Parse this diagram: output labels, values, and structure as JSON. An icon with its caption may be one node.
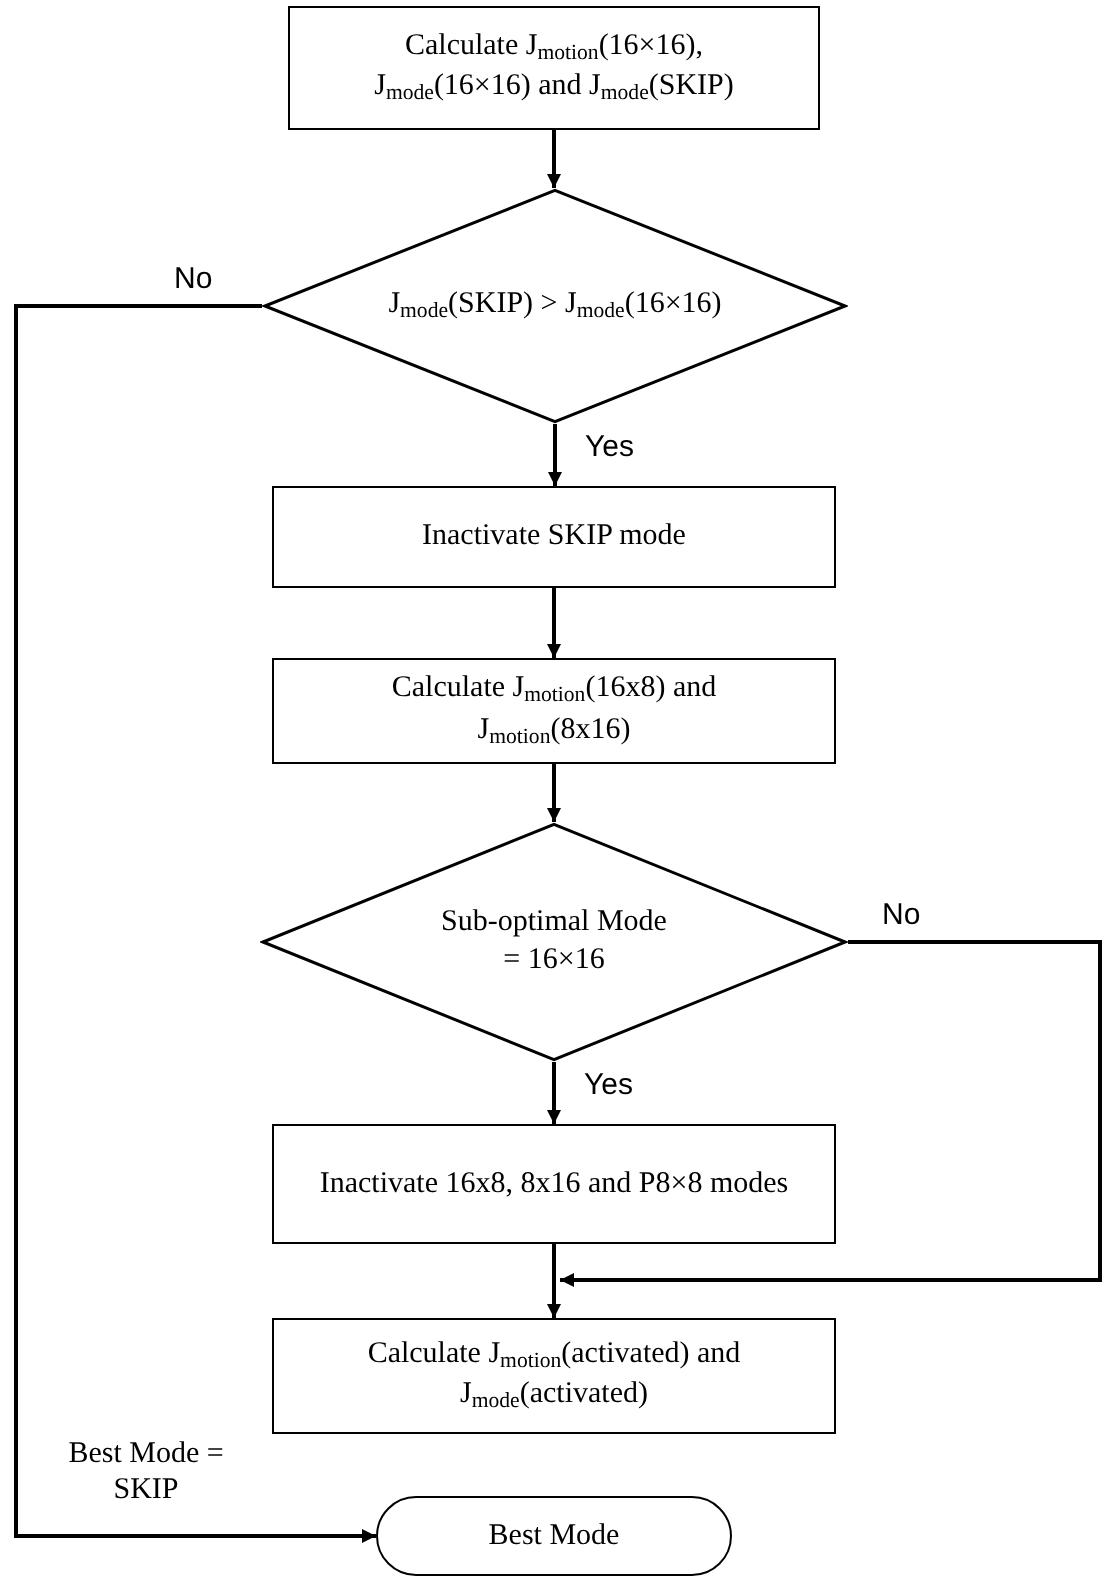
{
  "diagram": {
    "nodes": [
      {
        "text": [
          "Calculate J$_{motion}$(16×16), J$_{mode}$(16×16) and J$_{mode}$(SKIP)"
        ]
      },
      {
        "text": [
          "J$_{mode}$(SKIP) > J$_{mode}$(16×16)"
        ]
      },
      {
        "text": [
          "Inactivate SKIP mode"
        ]
      },
      {
        "text": [
          "Calculate J$_{motion}$(16x8) and J$_{motion}$(8x16)"
        ]
      },
      {
        "text": [
          "Sub-optimal Mode = 16×16"
        ]
      },
      {
        "text": [
          "Inactivate 16x8, 8x16 and P8×8 modes"
        ]
      },
      {
        "text": [
          "Calculate J$_{motion}$(activated) and J$_{mode}$(activated)"
        ]
      },
      {
        "text": [
          "Best Mode"
        ]
      }
    ],
    "edges": [
      {
        "from": 0,
        "to": 1,
        "arrow": "to"
      },
      {
        "from": 1,
        "to": 2,
        "arrow": "to",
        "label": "Yes"
      },
      {
        "from": 1,
        "to": 7,
        "arrow": "to",
        "label": "No"
      },
      {
        "from": 2,
        "to": 3,
        "arrow": "to"
      },
      {
        "from": 3,
        "to": 4,
        "arrow": "to"
      },
      {
        "from": 4,
        "to": 5,
        "arrow": "to",
        "label": "Yes"
      },
      {
        "from": 4,
        "to": 6,
        "arrow": "to",
        "label": "No"
      },
      {
        "from": 5,
        "to": 6,
        "arrow": "to"
      }
    ],
    "labels": [
      "Best Mode = SKIP"
    ]
  }
}
